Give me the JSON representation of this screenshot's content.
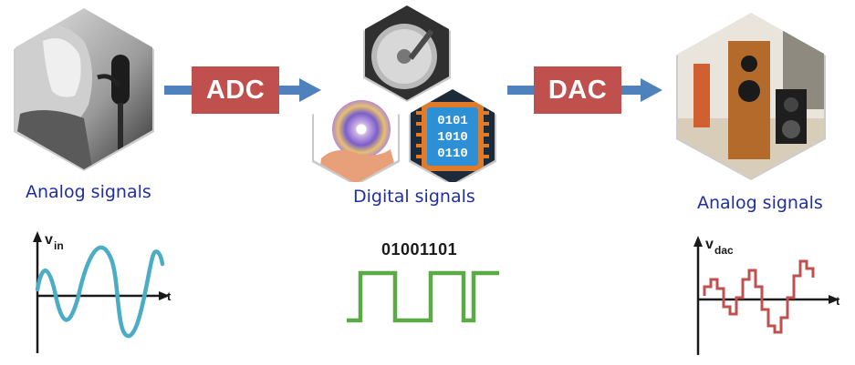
{
  "stages": [
    {
      "label": "Analog signals",
      "image": "singer-with-microphone"
    },
    {
      "label": "Digital signals",
      "images": [
        "hard-disk-drive",
        "compact-disc-in-hand",
        "chip-with-binary"
      ]
    },
    {
      "label": "Analog signals",
      "image": "loudspeakers"
    }
  ],
  "converters": [
    {
      "label": "ADC",
      "color": "#c0504d"
    },
    {
      "label": "DAC",
      "color": "#c0504d"
    }
  ],
  "chip_bits": [
    "0101",
    "1010",
    "0110"
  ],
  "plots": {
    "input": {
      "y_label_main": "v",
      "y_label_sub": "in",
      "x_label": "t",
      "color": "#4bacc6",
      "shape": "sine wave"
    },
    "digital": {
      "bits": "01001101",
      "color": "#5aaa46",
      "shape": "square wave"
    },
    "output": {
      "y_label_main": "v",
      "y_label_sub": "dac",
      "x_label": "t",
      "color": "#c0504d",
      "shape": "stepped wave"
    }
  },
  "colors": {
    "arrow": "#4f81bd",
    "label_text": "#1f2fa3"
  }
}
